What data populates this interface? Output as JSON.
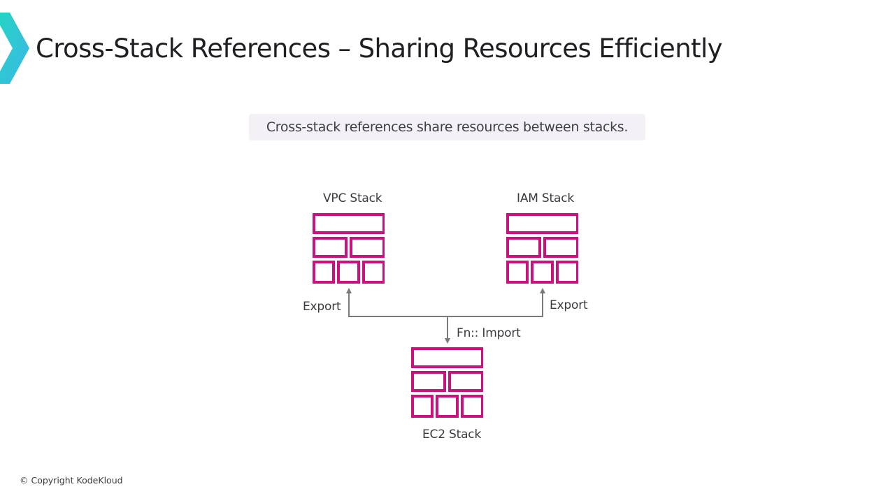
{
  "slide": {
    "title": "Cross-Stack References – Sharing Resources Efficiently",
    "subtitle": "Cross-stack references share resources between stacks.",
    "copyright": "© Copyright KodeKloud"
  },
  "colors": {
    "stack_icon": "#c8137e",
    "connector": "#7a7a7a",
    "logo_start": "#27d3c3",
    "logo_end": "#3ab8e8",
    "subtitle_bg": "#f4f1f6"
  },
  "diagram": {
    "nodes": [
      {
        "id": "vpc",
        "label": "VPC Stack",
        "icon": "stack-bricks-icon"
      },
      {
        "id": "iam",
        "label": "IAM Stack",
        "icon": "stack-bricks-icon"
      },
      {
        "id": "ec2",
        "label": "EC2 Stack",
        "icon": "stack-bricks-icon"
      }
    ],
    "edges": [
      {
        "from": "ec2",
        "to": "vpc",
        "label": "Export"
      },
      {
        "from": "ec2",
        "to": "iam",
        "label": "Export"
      },
      {
        "from": "junction",
        "to": "ec2",
        "label": "Fn:: Import"
      }
    ]
  }
}
